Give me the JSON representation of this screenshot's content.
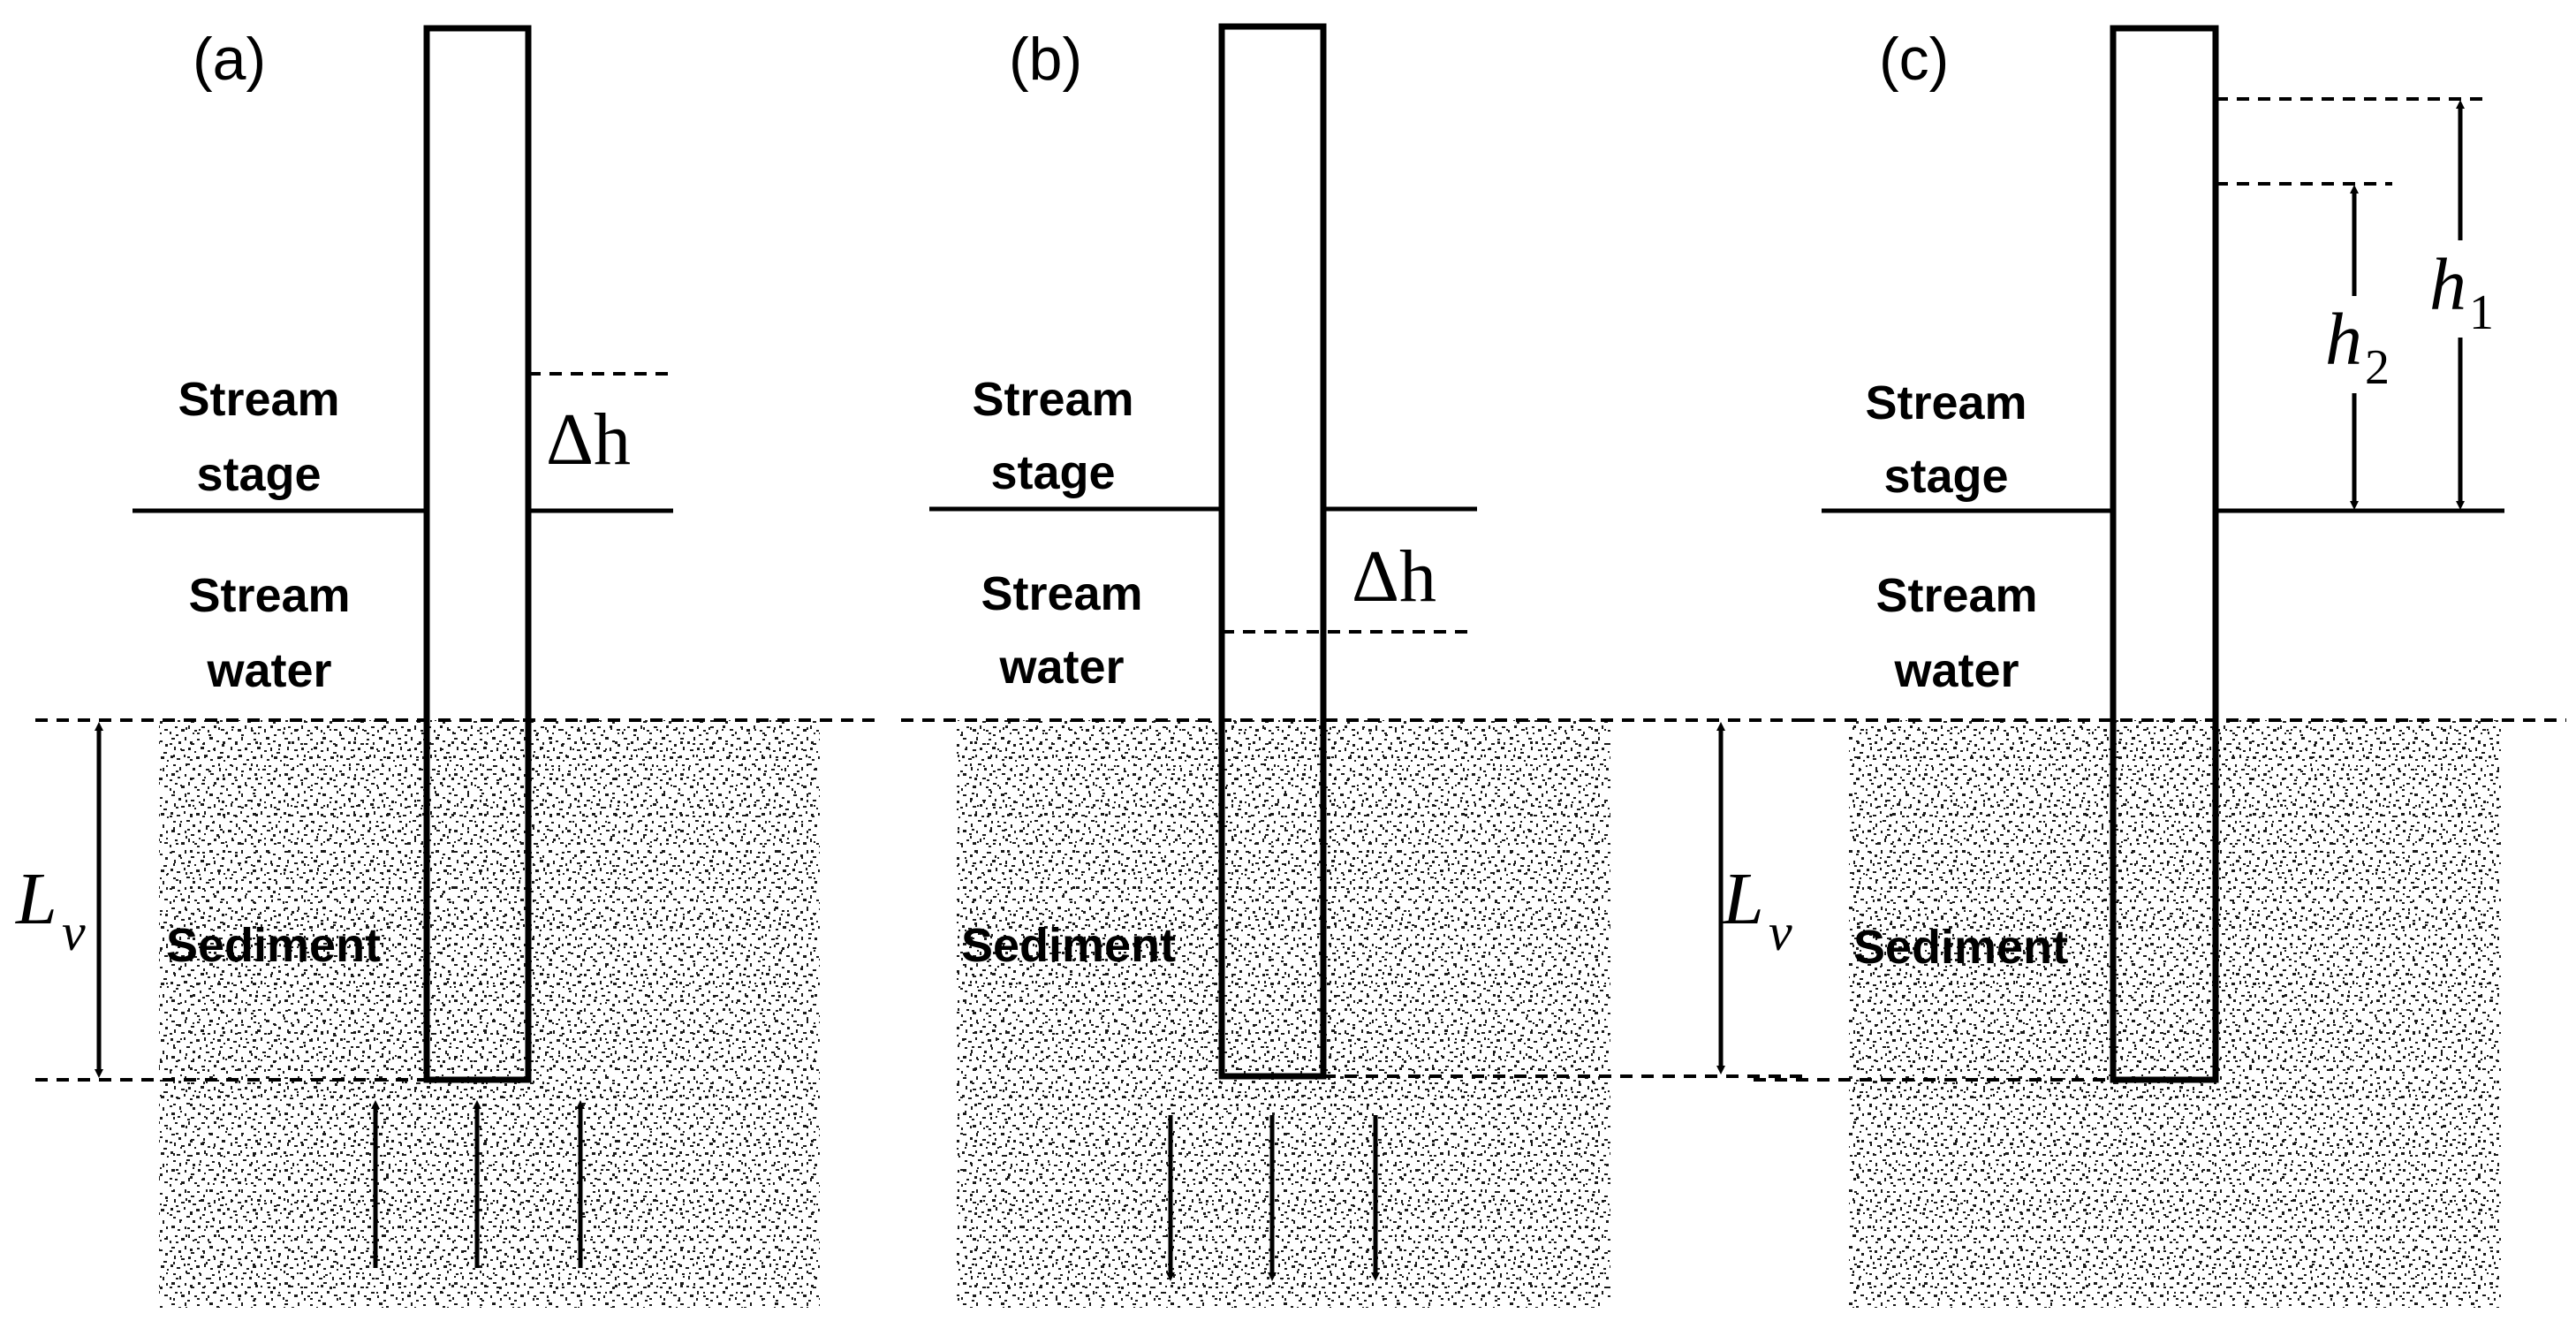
{
  "panels": [
    {
      "id": "a",
      "label": "(a)",
      "stream_stage": [
        "Stream",
        "stage"
      ],
      "stream_water": [
        "Stream",
        "water"
      ],
      "sediment": "Sediment",
      "delta_h": "Δh",
      "length_label": "L",
      "length_sub": "v",
      "flow_direction": "upward"
    },
    {
      "id": "b",
      "label": "(b)",
      "stream_stage": [
        "Stream",
        "stage"
      ],
      "stream_water": [
        "Stream",
        "water"
      ],
      "sediment": "Sediment",
      "delta_h": "Δh",
      "length_label": "L",
      "length_sub": "v",
      "flow_direction": "downward"
    },
    {
      "id": "c",
      "label": "(c)",
      "stream_stage": [
        "Stream",
        "stage"
      ],
      "stream_water": [
        "Stream",
        "water"
      ],
      "sediment": "Sediment",
      "h1_label": "h",
      "h1_sub": "1",
      "h2_label": "h",
      "h2_sub": "2"
    }
  ],
  "colors": {
    "ink": "#000000",
    "background": "#ffffff",
    "sediment_speckle": "#1a1a1a"
  }
}
